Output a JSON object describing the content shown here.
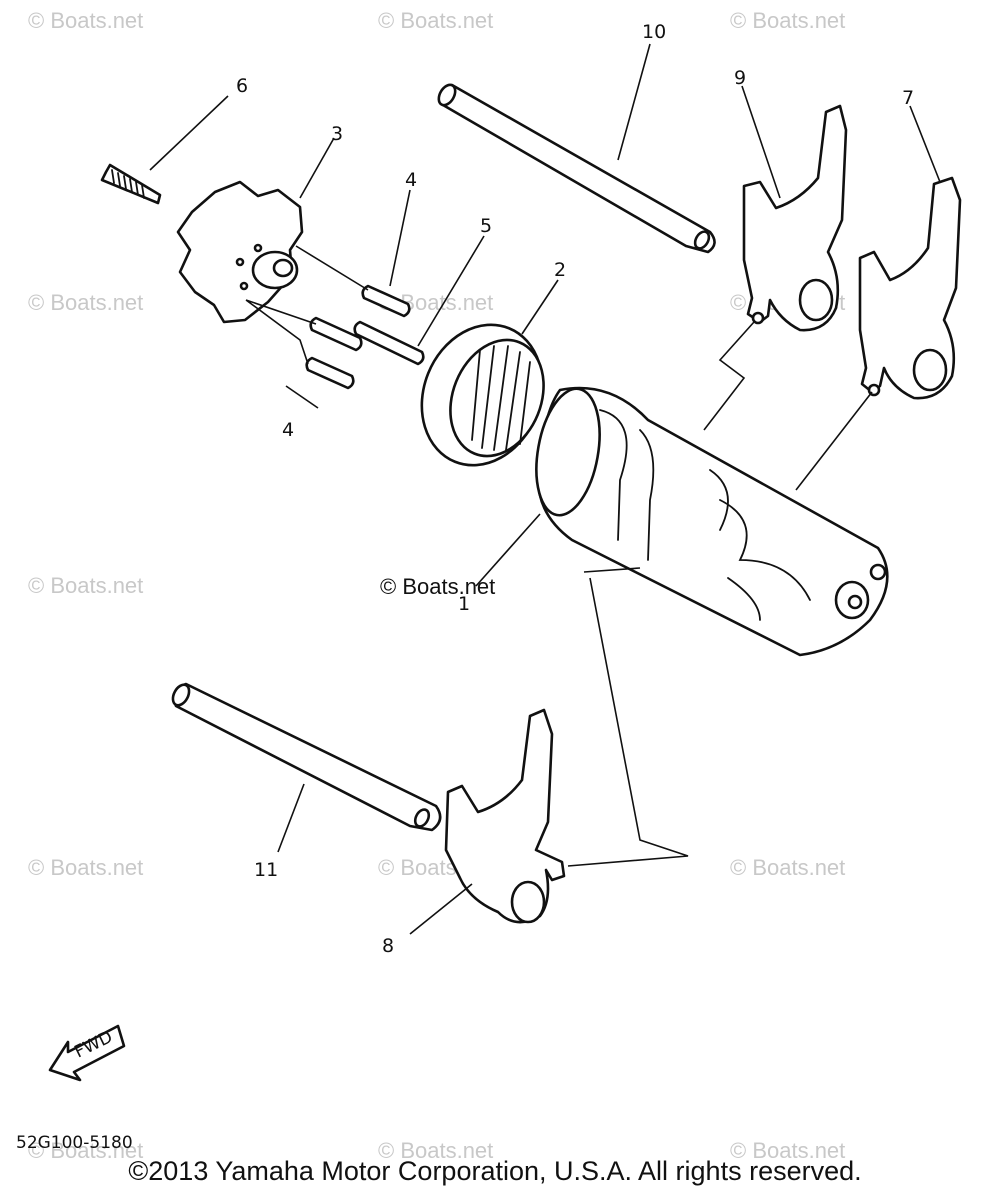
{
  "watermark": "© Boats.net",
  "center_watermark": "© Boats.net",
  "callouts": {
    "c1": "1",
    "c2": "2",
    "c3": "3",
    "c4a": "4",
    "c4b": "4",
    "c5": "5",
    "c6": "6",
    "c7": "7",
    "c8": "8",
    "c9": "9",
    "c10": "10",
    "c11": "11"
  },
  "fwd_label": "FWD",
  "diagram_code": "52G100-5180",
  "copyright": "©2013 Yamaha Motor Corporation, U.S.A. All rights reserved."
}
